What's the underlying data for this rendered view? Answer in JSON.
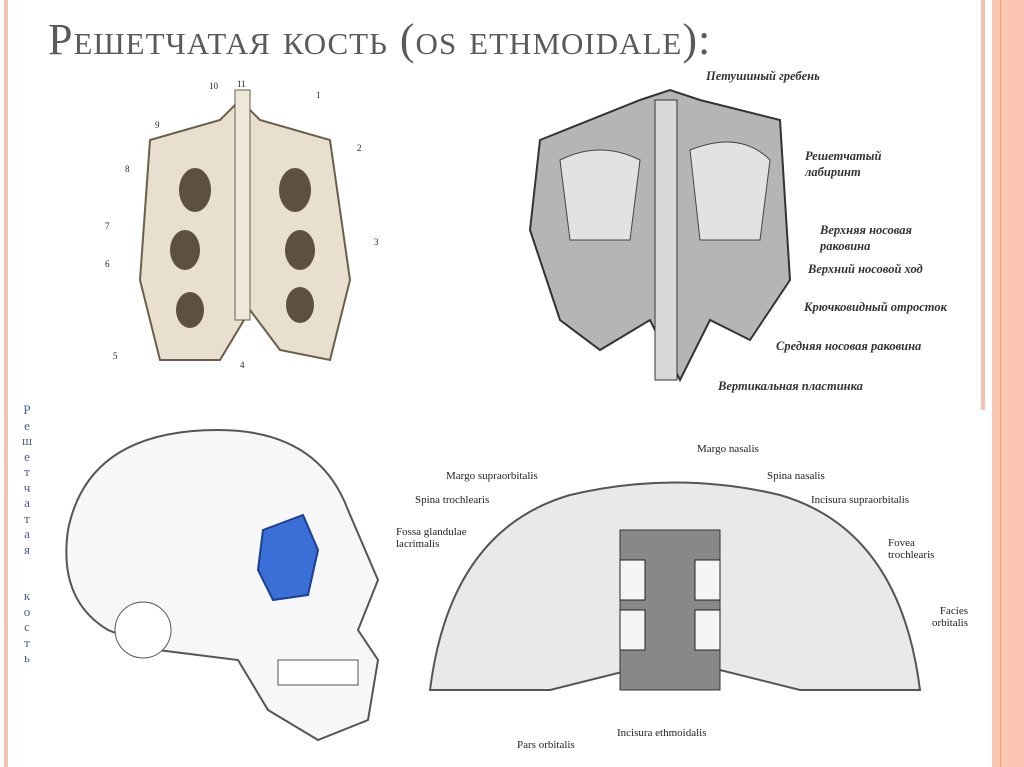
{
  "slide": {
    "title": "Решетчатая кость (os ethmoidale):",
    "vertical_caption": "Решетчатая кость",
    "colors": {
      "accent": "#f7c3b0",
      "accent_dark": "#e8a07e",
      "title": "#5a5a5a",
      "highlight": "#3a6fd8"
    }
  },
  "fig1": {
    "numbers": [
      "1",
      "2",
      "3",
      "4",
      "5",
      "6",
      "7",
      "8",
      "9",
      "10",
      "11"
    ]
  },
  "fig2": {
    "labels": [
      "Петушиный гребень",
      "Решетчатый лабиринт",
      "Верхняя носовая раковина",
      "Верхний носовой ход",
      "Крючковидный отросток",
      "Средняя носовая раковина",
      "Вертикальная пластинка"
    ]
  },
  "fig4": {
    "labels": [
      "Margo nasalis",
      "Margo supraorbitalis",
      "Spina nasalis",
      "Spina trochlearis",
      "Incisura supraorbitalis",
      "Fossa glandulae lacrimalis",
      "Fovea trochlearis",
      "Facies orbitalis",
      "Pars orbitalis",
      "Incisura ethmoidalis"
    ]
  }
}
